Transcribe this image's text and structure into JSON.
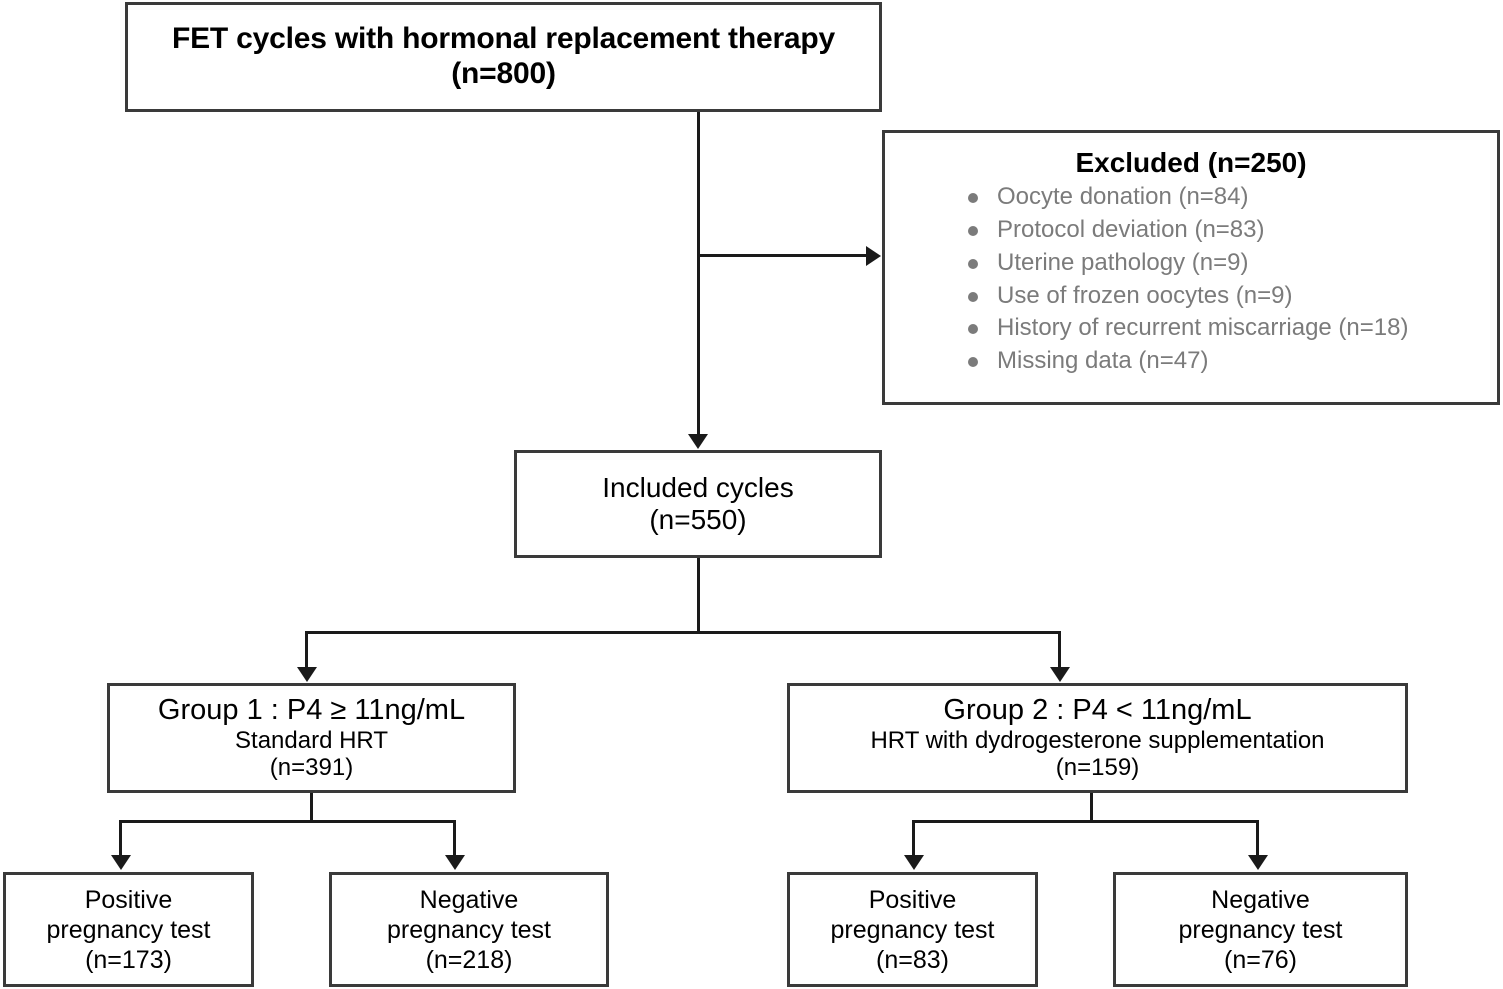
{
  "diagram": {
    "title": "FET cycles study flow diagram",
    "nodes": {
      "top": {
        "line1": "FET cycles with hormonal replacement therapy",
        "line2": "(n=800)"
      },
      "excluded": {
        "title": "Excluded (n=250)",
        "items": [
          "Oocyte donation (n=84)",
          "Protocol deviation (n=83)",
          "Uterine pathology (n=9)",
          "Use of frozen oocytes (n=9)",
          "History of recurrent miscarriage (n=18)",
          "Missing data (n=47)"
        ]
      },
      "included": {
        "line1": "Included cycles",
        "line2": "(n=550)"
      },
      "group1": {
        "title": "Group 1 : P4 ≥ 11ng/mL",
        "subtitle": "Standard HRT",
        "count": "(n=391)"
      },
      "group2": {
        "title": "Group 2 : P4 < 11ng/mL",
        "subtitle": "HRT with dydrogesterone supplementation",
        "count": "(n=159)"
      },
      "g1_positive": {
        "line1": "Positive",
        "line2": "pregnancy test",
        "line3": "(n=173)"
      },
      "g1_negative": {
        "line1": "Negative",
        "line2": "pregnancy test",
        "line3": "(n=218)"
      },
      "g2_positive": {
        "line1": "Positive",
        "line2": "pregnancy test",
        "line3": "(n=83)"
      },
      "g2_negative": {
        "line1": "Negative",
        "line2": "pregnancy test",
        "line3": "(n=76)"
      }
    },
    "colors": {
      "box_border": "#3a3a3a",
      "connector": "#1a1a1a",
      "text_primary": "#000000",
      "text_muted": "#7b7b7b",
      "background": "#ffffff"
    }
  }
}
